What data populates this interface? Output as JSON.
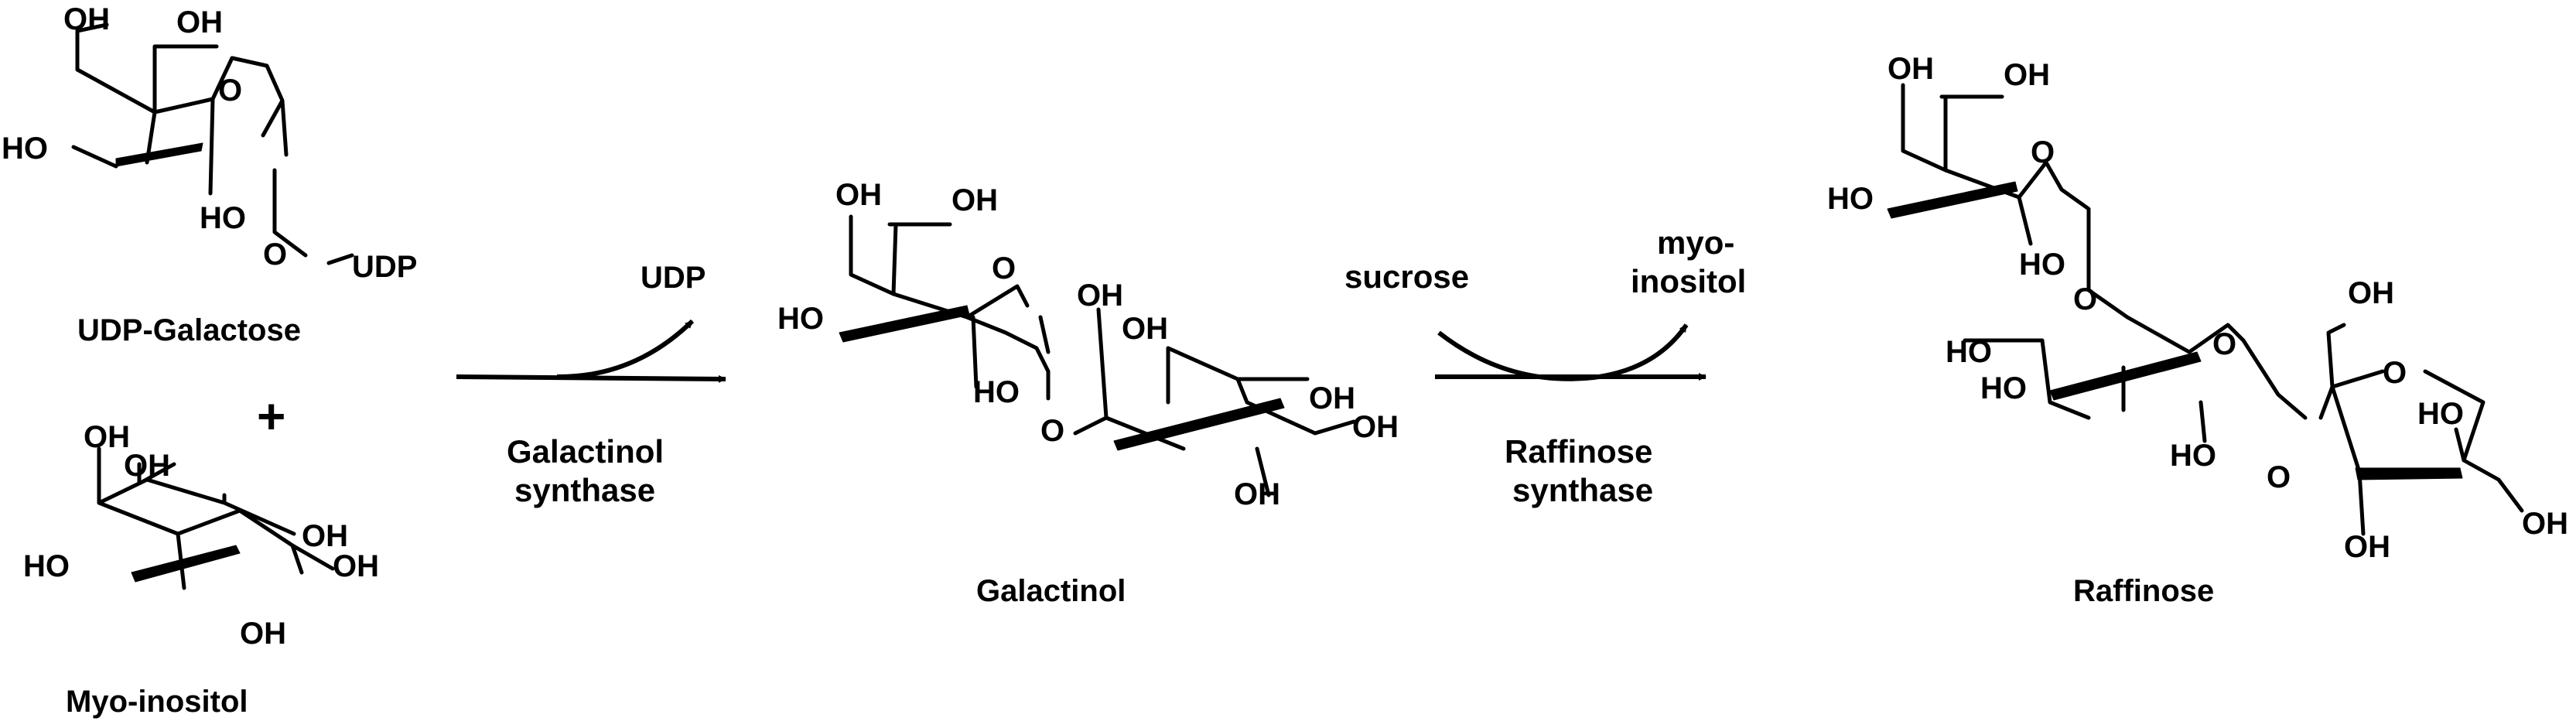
{
  "compounds": {
    "udp_galactose": {
      "name": "UDP-Galactose",
      "oh_top_1": "OH",
      "oh_top_2": "OH",
      "ring_o": "O",
      "oh_left": "HO",
      "oh_bottom": "HO",
      "glyco_o": "O",
      "udp": "UDP"
    },
    "plus": "+",
    "myo_inositol": {
      "name": "Myo-inositol",
      "oh_1": "OH",
      "oh_2": "OH",
      "oh_3": "OH",
      "oh_4": "HO",
      "oh_5": "OH",
      "oh_6": "OH"
    },
    "galactinol": {
      "name": "Galactinol",
      "gal_oh_top_1": "OH",
      "gal_oh_top_2": "OH",
      "gal_ring_o": "O",
      "gal_oh_left": "HO",
      "gal_oh_bottom": "HO",
      "link_o": "O",
      "ino_oh_1": "OH",
      "ino_oh_2": "OH",
      "ino_oh_3": "OH",
      "ino_oh_4": "OH",
      "ino_oh_5": "OH"
    },
    "raffinose": {
      "name": "Raffinose",
      "gal_oh_top_1": "OH",
      "gal_oh_top_2": "OH",
      "gal_ring_o": "O",
      "gal_oh_left": "HO",
      "gal_oh_bottom": "HO",
      "link_o_1": "O",
      "glc_ring_o": "O",
      "glc_oh_1": "HO",
      "glc_oh_2": "HO",
      "glc_oh_3": "HO",
      "link_o_2": "O",
      "fru_oh_ch2": "OH",
      "fru_ring_o": "O",
      "fru_oh_ring": "HO",
      "fru_oh_bottom": "OH",
      "fru_oh_right": "OH"
    }
  },
  "reactions": [
    {
      "byproduct": "UDP",
      "enzyme_line1": "Galactinol",
      "enzyme_line2": "synthase"
    },
    {
      "cosubstrate": "sucrose",
      "byproduct_line1": "myo-",
      "byproduct_line2": "inositol",
      "enzyme_line1": "Raffinose",
      "enzyme_line2": "synthase"
    }
  ]
}
